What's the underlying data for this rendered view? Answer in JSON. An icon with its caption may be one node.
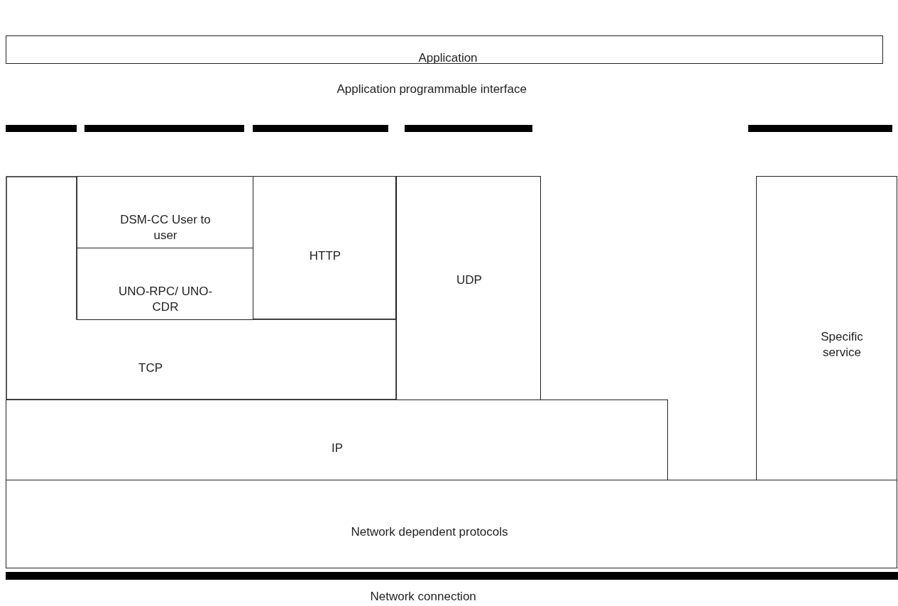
{
  "diagram": {
    "nodes": [
      {
        "text": [
          "Application"
        ]
      },
      {
        "text": [
          "DSM-CC User to user"
        ]
      },
      {
        "text": [
          "HTTP"
        ]
      },
      {
        "text": [
          "UDP"
        ]
      },
      {
        "text": [
          "Specific service"
        ]
      },
      {
        "text": [
          "UNO-RPC/ UNO-CDR"
        ]
      },
      {
        "text": [
          "TCP"
        ]
      },
      {
        "text": [
          "IP"
        ]
      },
      {
        "text": [
          "Network dependent protocols"
        ]
      }
    ],
    "labels": [
      "Application programmable interface",
      "Network connection"
    ]
  }
}
